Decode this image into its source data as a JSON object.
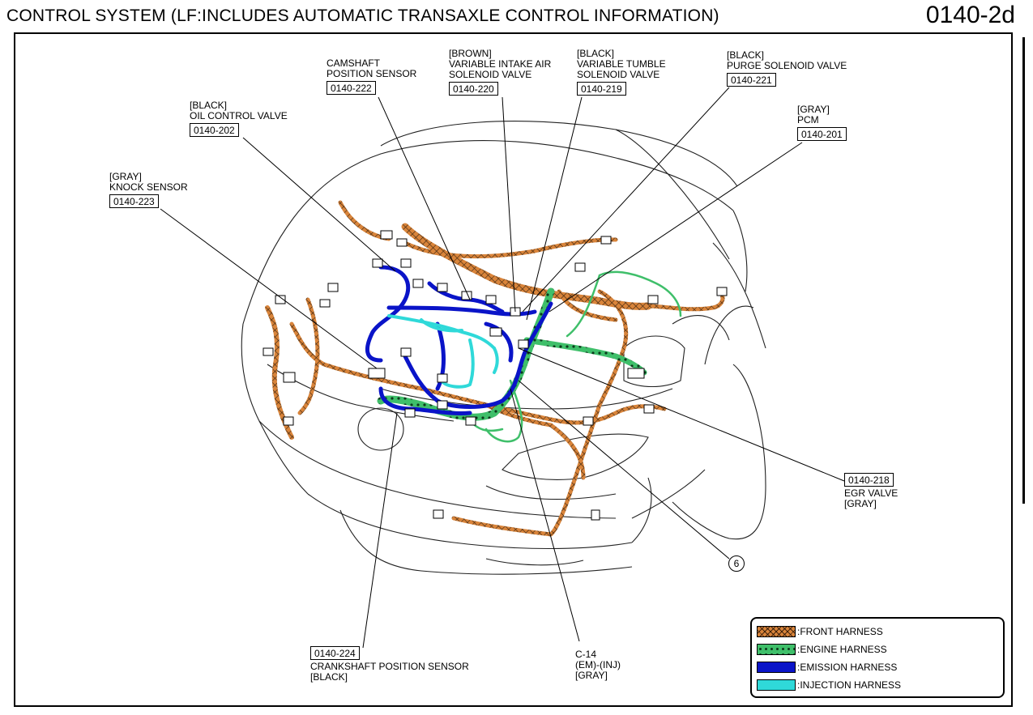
{
  "header": {
    "title": "CONTROL SYSTEM (LF:INCLUDES AUTOMATIC TRANSAXLE CONTROL INFORMATION)",
    "page_code": "0140-2d"
  },
  "labels": {
    "camshaft": {
      "line1": "CAMSHAFT",
      "line2": "POSITION SENSOR",
      "code": "0140-222"
    },
    "intake_air": {
      "line1": "[BROWN]",
      "line2": "VARIABLE INTAKE AIR",
      "line3": "SOLENOID VALVE",
      "code": "0140-220"
    },
    "tumble": {
      "line1": "[BLACK]",
      "line2": "VARIABLE TUMBLE",
      "line3": "SOLENOID VALVE",
      "code": "0140-219"
    },
    "purge": {
      "line1": "[BLACK]",
      "line2": "PURGE SOLENOID VALVE",
      "code": "0140-221"
    },
    "oil_control": {
      "line1": "[BLACK]",
      "line2": "OIL CONTROL VALVE",
      "code": "0140-202"
    },
    "pcm": {
      "line1": "[GRAY]",
      "line2": "PCM",
      "code": "0140-201"
    },
    "knock": {
      "line1": "[GRAY]",
      "line2": "KNOCK SENSOR",
      "code": "0140-223"
    },
    "egr": {
      "code": "0140-218",
      "line1": "EGR VALVE",
      "line2": "[GRAY]"
    },
    "crankshaft": {
      "code": "0140-224",
      "line1": "CRANKSHAFT POSITION SENSOR",
      "line2": "[BLACK]"
    },
    "c14": {
      "line1": "C-14",
      "line2": "(EM)-(INJ)",
      "line3": "[GRAY]"
    },
    "callout_6": "6"
  },
  "legend": {
    "items": [
      {
        "label": ":FRONT HARNESS",
        "icon": "front-harness-swatch-icon",
        "color": "#d9843a"
      },
      {
        "label": ":ENGINE HARNESS",
        "icon": "engine-harness-swatch-icon",
        "color": "#3fbf6a"
      },
      {
        "label": ":EMISSION HARNESS",
        "icon": "emission-harness-swatch-icon",
        "color": "#0a14c8"
      },
      {
        "label": ":INJECTION HARNESS",
        "icon": "injection-harness-swatch-icon",
        "color": "#2fd9d9"
      }
    ]
  },
  "colors": {
    "front_harness": "#d9843a",
    "engine_harness": "#3fbf6a",
    "emission_harness": "#0a14c8",
    "injection_harness": "#2fd9d9"
  }
}
